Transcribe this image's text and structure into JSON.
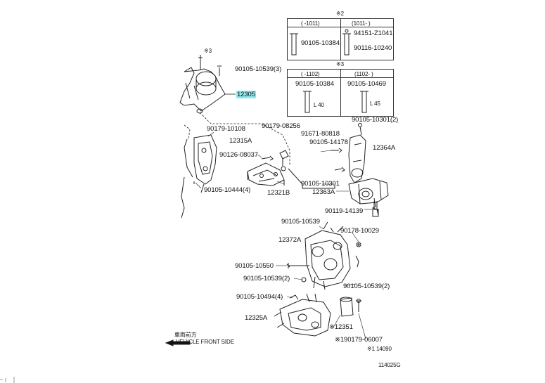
{
  "labels": {
    "note2_mark": "※2",
    "note3_mark": "※3",
    "t1_col1": "(     -1011)",
    "t1_col2": "(1011-     )",
    "t1_p1": "90105-10384",
    "t1_p2": "94151-Z1041",
    "t1_p3": "90116-10240",
    "t2_col1": "(    -1102)",
    "t2_col2": "(1102-     )",
    "t2_p1": "90105-10384",
    "t2_p2": "90105-10469",
    "t2_l1": "L 40",
    "t2_l2": "L 45",
    "star3_top": "※3",
    "p90105_10539_3": "90105-10539(3)",
    "p12305": "12305",
    "p90105_10301_2": "90105-10301(2)",
    "p90179_10108": "90179-10108",
    "p12315A": "12315A",
    "p90179_08256": "90179-08256",
    "p91671_80818": "91671-80818",
    "p90105_14178": "90105-14178",
    "p12364A": "12364A",
    "p90126_08037": "90126-08037",
    "p90105_10301": "90105-10301",
    "p12363A": "12363A",
    "p90105_10444_4": "90105-10444(4)",
    "p12321B": "12321B",
    "p90119_14139": "90119-14139",
    "p90105_10539": "90105-10539",
    "p90178_10029": "90178-10029",
    "p12372A": "12372A",
    "p90105_10550": "90105-10550",
    "p90105_10539_2a": "90105-10539(2)",
    "p90105_10539_2b": "90105-10539(2)",
    "p90105_10494_4": "90105-10494(4)",
    "p12325A": "12325A",
    "p12351": "※12351",
    "p90179_06007": "※190179-06007",
    "note_14090": "※1 14090",
    "front_jp": "車両前方",
    "front_en": "VEHICLE FRONT SIDE",
    "code": "114025G"
  }
}
